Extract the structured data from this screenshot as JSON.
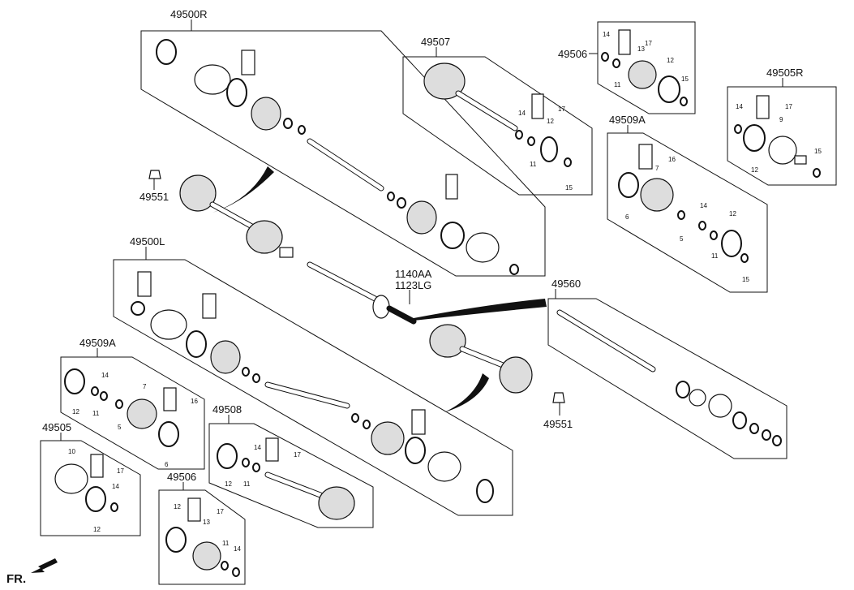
{
  "assemblies": {
    "a49500R": "49500R",
    "a49507": "49507",
    "a49506_top": "49506",
    "a49505R": "49505R",
    "a49509A_right": "49509A",
    "a49551_top": "49551",
    "a49500L": "49500L",
    "a1140AA": "1140AA",
    "a1123LG": "1123LG",
    "a49560": "49560",
    "a49509A_left": "49509A",
    "a49508": "49508",
    "a49551_bottom": "49551",
    "a49505": "49505",
    "a49506_bottom": "49506"
  },
  "callouts": {
    "p49506_top": [
      "14",
      "17",
      "13",
      "11",
      "12",
      "15"
    ],
    "p49505R": [
      "14",
      "17",
      "9",
      "12",
      "15"
    ],
    "p49509A_right": [
      "16",
      "7",
      "6",
      "5",
      "14",
      "12",
      "11",
      "15"
    ],
    "p49507": [
      "14",
      "17",
      "12",
      "11",
      "15"
    ],
    "p49509A_left": [
      "12",
      "11",
      "14",
      "7",
      "5",
      "16",
      "6"
    ],
    "p49505": [
      "10",
      "17",
      "14",
      "12"
    ],
    "p49508": [
      "12",
      "11",
      "14",
      "17"
    ],
    "p49506_bottom": [
      "12",
      "17",
      "13",
      "11",
      "14"
    ]
  },
  "orientation_label": "FR.",
  "icons": {
    "front_arrow": "arrow-down-left-icon"
  }
}
